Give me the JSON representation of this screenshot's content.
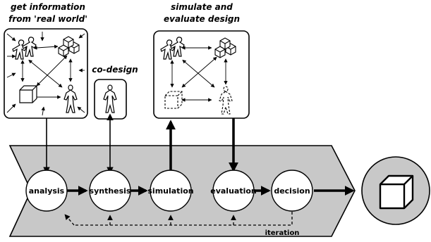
{
  "captions": {
    "get_info_line1": "get information",
    "get_info_line2": "from 'real world'",
    "codesign": "co-design",
    "simulate_line1": "simulate and",
    "simulate_line2": "evaluate design"
  },
  "nodes": {
    "analysis": "analysis",
    "synthesis": "synthesis",
    "simulation": "simulation",
    "evaluation": "evaluation",
    "decision": "decision"
  },
  "iteration_label": "iteration",
  "icons": {
    "people": "people-icon",
    "boxes": "boxes-icon",
    "cube": "cube-icon",
    "person": "person-icon",
    "product": "product-cube-icon"
  },
  "colors": {
    "band": "#c8c8c8",
    "product_circle": "#c8c8c8",
    "node_fill": "#ffffff",
    "stroke": "#000000"
  }
}
